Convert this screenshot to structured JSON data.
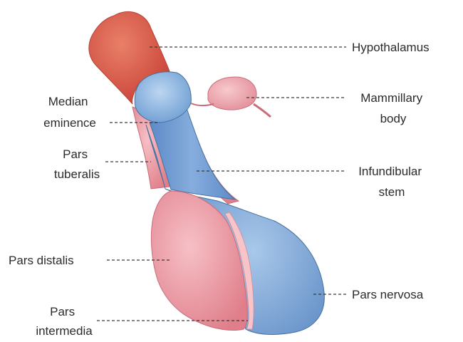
{
  "labels": {
    "hypothalamus": "Hypothalamus",
    "mammillary_body": [
      "Mammillary",
      "body"
    ],
    "median_eminence": [
      "Median",
      "eminence"
    ],
    "pars_tuberalis": [
      "Pars",
      "tuberalis"
    ],
    "infundibular_stem": [
      "Infundibular",
      "stem"
    ],
    "pars_distalis": "Pars distalis",
    "pars_nervosa": "Pars nervosa",
    "pars_intermedia": [
      "Pars",
      "intermedia"
    ]
  },
  "colors": {
    "hypothalamus": "#d9574b",
    "blue": "#6f9ed3",
    "blue_light": "#a9c8ea",
    "pink": "#e78f99",
    "pink_light": "#f6c4c9"
  }
}
